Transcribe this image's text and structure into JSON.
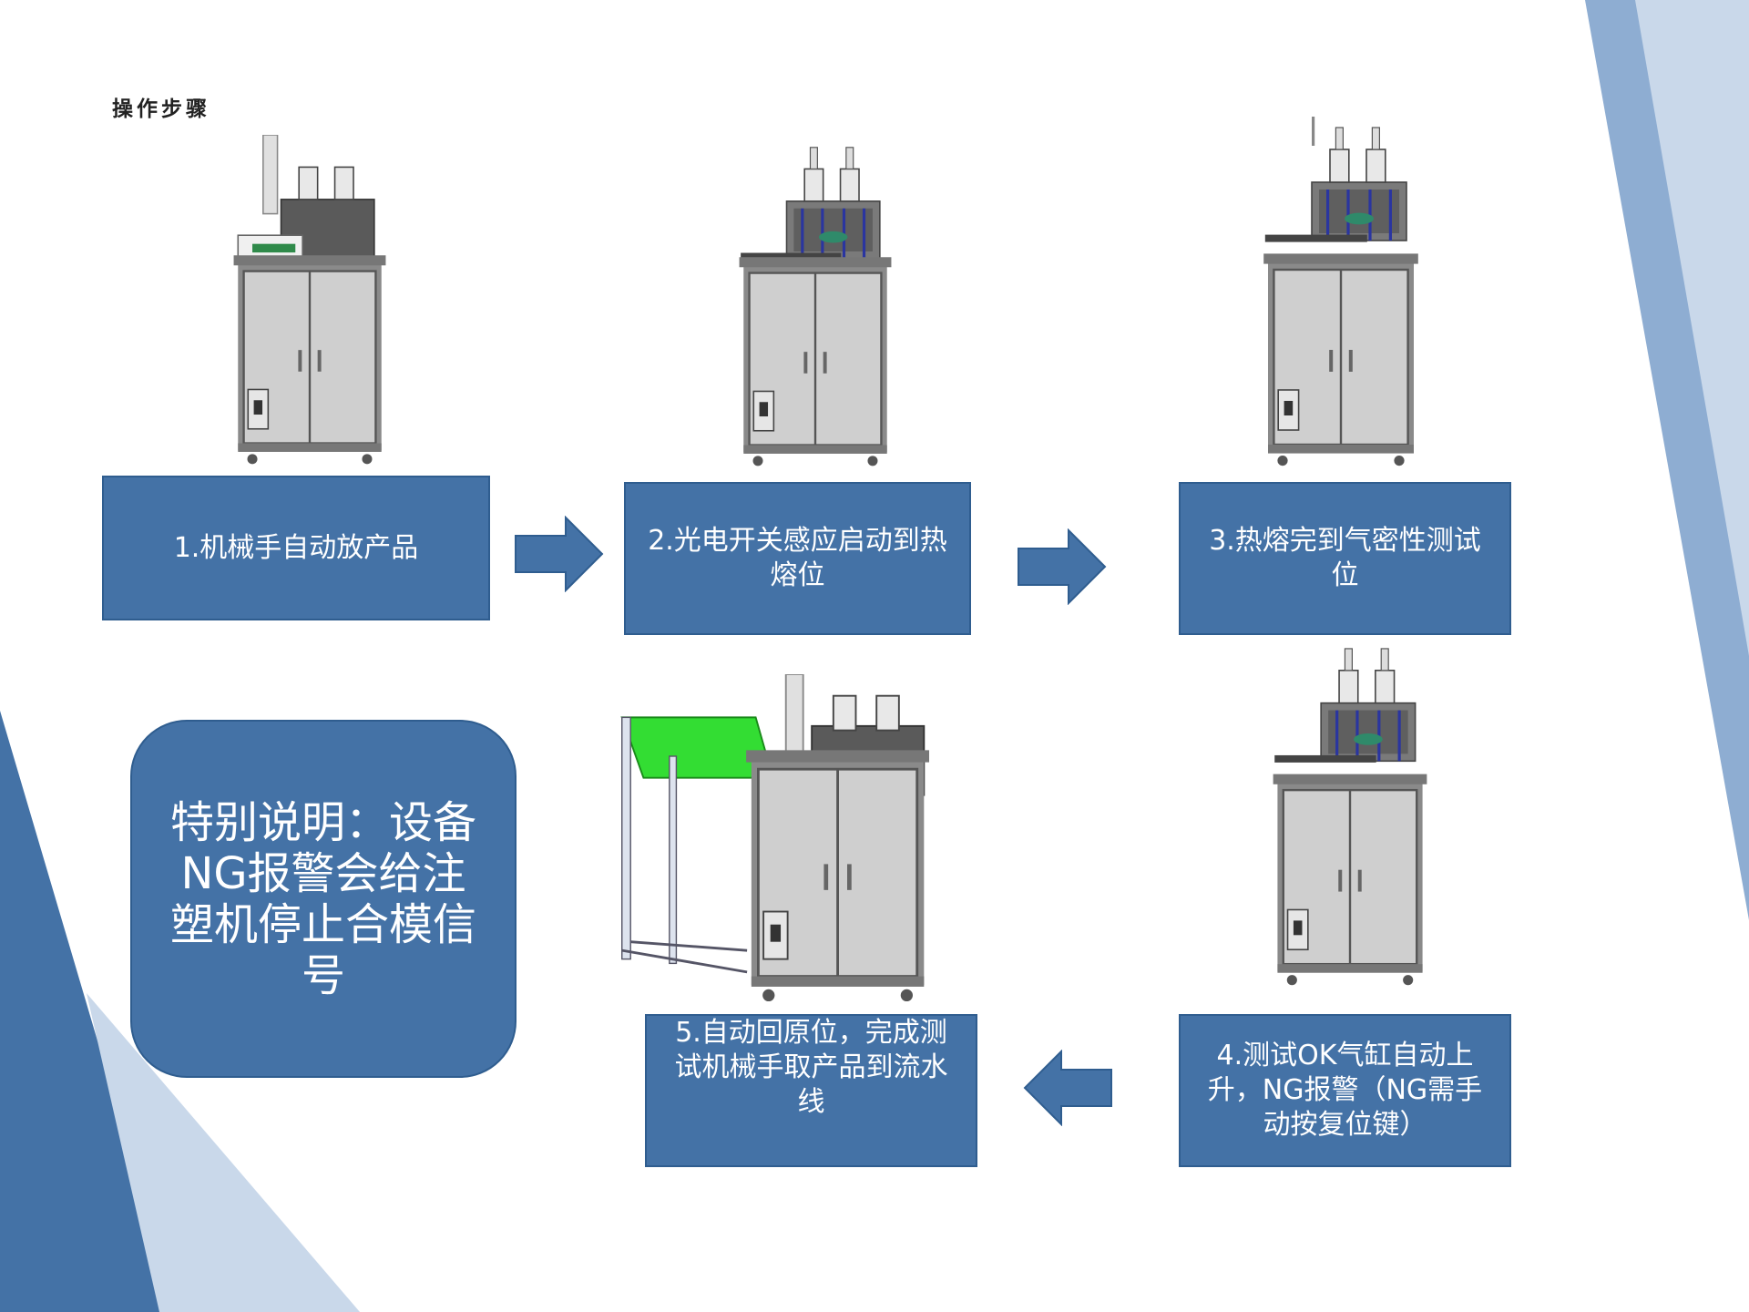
{
  "title": "操作步骤",
  "steps": [
    {
      "label": "1.机械手自动放产品"
    },
    {
      "label": "2.光电开关感应启动到热熔位"
    },
    {
      "label": "3.热熔完到气密性测试位"
    },
    {
      "label": "4.测试OK气缸自动上升，NG报警（NG需手动按复位键）"
    },
    {
      "label": "5.自动回原位，完成测试机械手取产品到流水线"
    }
  ],
  "note": "特别说明：设备NG报警会给注塑机停止合模信号",
  "colors": {
    "box": "#4472a6",
    "box_border": "#2f5d8f",
    "accent_light": "#c9d8ea",
    "accent_mid": "#8eadd2",
    "conveyor": "#33dd33"
  },
  "icons": [
    "arrow-right-icon",
    "arrow-left-icon",
    "machine-illustration"
  ]
}
